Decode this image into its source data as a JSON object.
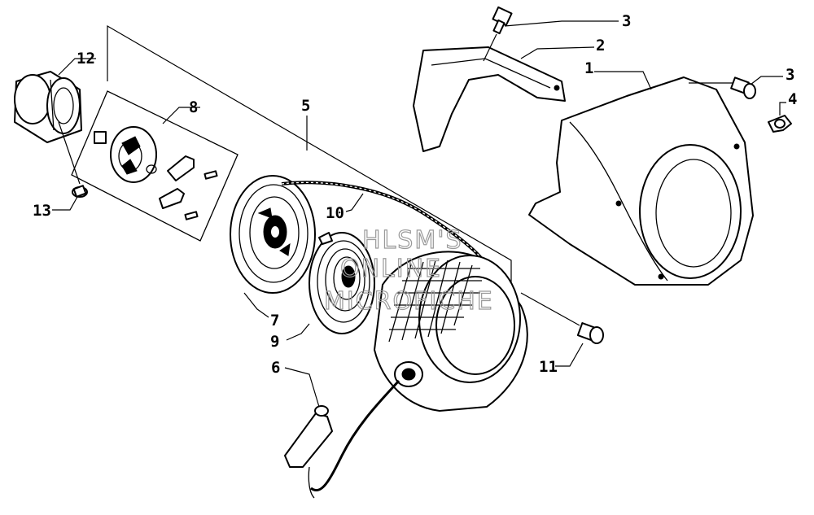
{
  "callouts": {
    "c1": "1",
    "c2": "2",
    "c3a": "3",
    "c3b": "3",
    "c4": "4",
    "c5": "5",
    "c6": "6",
    "c7": "7",
    "c8": "8",
    "c9": "9",
    "c10": "10",
    "c11": "11",
    "c12": "12",
    "c13": "13"
  },
  "watermark": {
    "line1": "HLSM'S",
    "line2": "ONLINE",
    "line3": "MICROFICHE"
  },
  "colors": {
    "ink": "#000000",
    "paper": "#ffffff",
    "watermark": "#9a9a9a"
  }
}
